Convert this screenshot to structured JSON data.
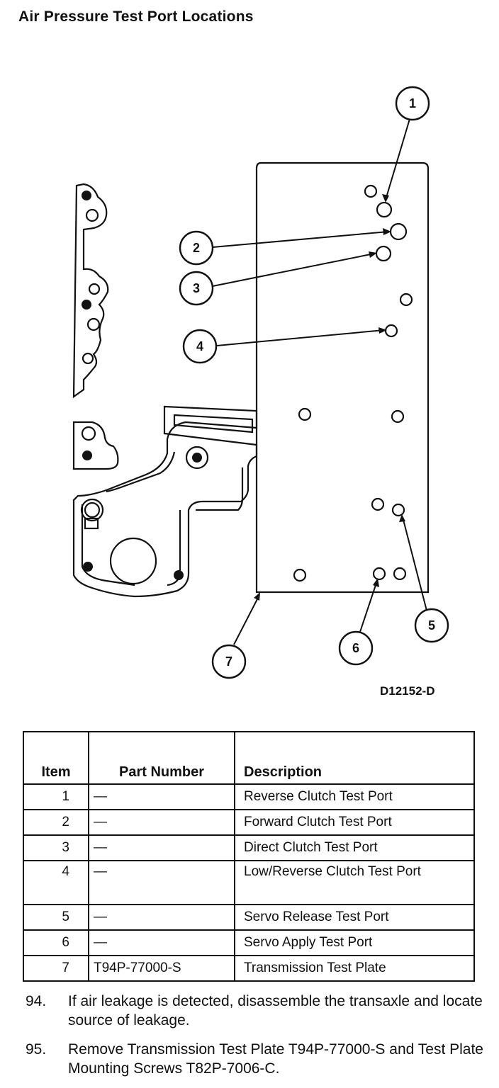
{
  "title": "Air Pressure Test Port Locations",
  "figure_id": "D12152-D",
  "callouts": [
    "1",
    "2",
    "3",
    "4",
    "5",
    "6",
    "7"
  ],
  "table": {
    "headers": {
      "item": "Item",
      "part": "Part Number",
      "description": "Description"
    },
    "rows": [
      {
        "item": "1",
        "part": "—",
        "description": "Reverse Clutch Test Port"
      },
      {
        "item": "2",
        "part": "—",
        "description": "Forward Clutch Test Port"
      },
      {
        "item": "3",
        "part": "—",
        "description": "Direct Clutch Test Port"
      },
      {
        "item": "4",
        "part": "—",
        "description": "Low/Reverse Clutch Test Port"
      },
      {
        "item": "5",
        "part": "—",
        "description": "Servo Release Test Port"
      },
      {
        "item": "6",
        "part": "—",
        "description": "Servo Apply Test Port"
      },
      {
        "item": "7",
        "part": "T94P-77000-S",
        "description": "Transmission Test Plate"
      }
    ]
  },
  "steps": [
    {
      "number": "94.",
      "text": "If air leakage is detected, disassemble the transaxle and locate source of leakage."
    },
    {
      "number": "95.",
      "text": "Remove Transmission Test Plate T94P-77000-S and Test Plate Mounting Screws T82P-7006-C."
    }
  ]
}
